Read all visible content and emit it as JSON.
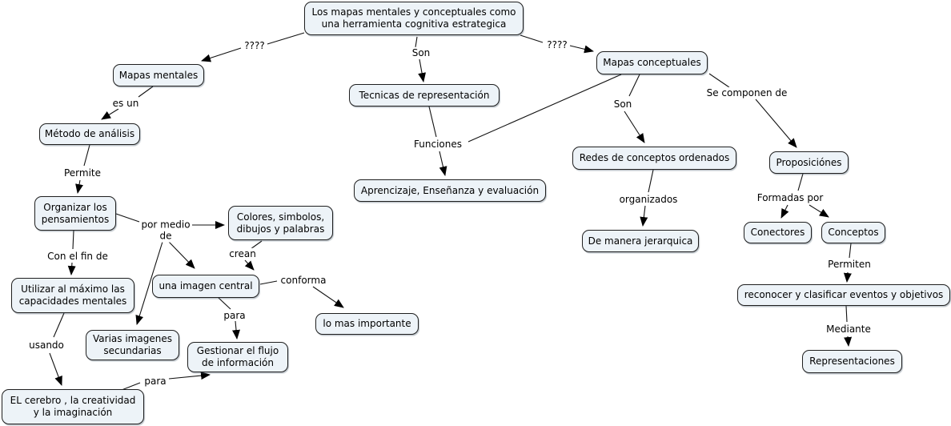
{
  "diagram": {
    "type": "concept-map",
    "background": "#ffffff",
    "node_fill": "#edf3f8",
    "node_border": "#1f1f1f",
    "line_color": "#000000"
  },
  "nodes": {
    "root": {
      "label": "Los mapas mentales y conceptuales como una herramienta cognitiva estrategica"
    },
    "mapas_mentales": {
      "label": "Mapas mentales"
    },
    "tecnicas": {
      "label": "Tecnicas de representación"
    },
    "mapas_conceptuales": {
      "label": "Mapas conceptuales"
    },
    "metodo": {
      "label": "Método de análisis"
    },
    "organizar": {
      "label": "Organizar los pensamientos"
    },
    "colores": {
      "label": "Colores, simbolos, dibujos y palabras"
    },
    "imagen_central": {
      "label": "una imagen central"
    },
    "lo_mas": {
      "label": "lo mas importante"
    },
    "utilizar": {
      "label": "Utilizar al máximo las capacidades mentales"
    },
    "varias": {
      "label": "Varias imagenes secundarias"
    },
    "gestionar": {
      "label": "Gestionar el flujo de información"
    },
    "cerebro": {
      "label": "EL cerebro , la creatividad y la imaginación"
    },
    "aprencizaje": {
      "label": "Aprencizaje, Enseñanza y evaluación"
    },
    "redes": {
      "label": "Redes de conceptos ordenados"
    },
    "proposiciones": {
      "label": "Proposiciónes"
    },
    "jerarquica": {
      "label": "De manera jerarquica"
    },
    "conectores": {
      "label": "Conectores"
    },
    "conceptos": {
      "label": "Conceptos"
    },
    "reconocer": {
      "label": "reconocer y clasificar eventos y objetivos"
    },
    "representaciones": {
      "label": "Representaciones"
    }
  },
  "labels": {
    "q_left": "????",
    "son_top": "Son",
    "q_right": "????",
    "es_un": "es un",
    "permite": "Permite",
    "por_medio_line1": "por medio",
    "por_medio_line2": "de",
    "con_el_fin": "Con el fin de",
    "crean": "crean",
    "conforma": "conforma",
    "para_center": "para",
    "usando": "usando",
    "para_bottom": "para",
    "funciones": "Funciones",
    "son_right": "Son",
    "se_componen": "Se componen de",
    "organizados": "organizados",
    "formadas_por": "Formadas por",
    "permiten": "Permiten",
    "mediante": "Mediante"
  },
  "connections": [
    {
      "from": "root",
      "label": "????",
      "to": "mapas_mentales"
    },
    {
      "from": "root",
      "label": "Son",
      "to": "tecnicas"
    },
    {
      "from": "root",
      "label": "????",
      "to": "mapas_conceptuales"
    },
    {
      "from": "mapas_mentales",
      "label": "es un",
      "to": "metodo"
    },
    {
      "from": "metodo",
      "label": "Permite",
      "to": "organizar"
    },
    {
      "from": "organizar",
      "label": "por medio de",
      "to": "colores"
    },
    {
      "from": "organizar",
      "label": "por medio de",
      "to": "imagen_central"
    },
    {
      "from": "organizar",
      "label": "por medio de",
      "to": "varias"
    },
    {
      "from": "organizar",
      "label": "Con el fin de",
      "to": "utilizar"
    },
    {
      "from": "colores",
      "label": "crean",
      "to": "imagen_central"
    },
    {
      "from": "imagen_central",
      "label": "conforma",
      "to": "lo_mas"
    },
    {
      "from": "imagen_central",
      "label": "para",
      "to": "gestionar"
    },
    {
      "from": "cerebro",
      "label": "para",
      "to": "gestionar"
    },
    {
      "from": "utilizar",
      "label": "usando",
      "to": "cerebro"
    },
    {
      "from": "tecnicas",
      "label": "Funciones",
      "to": "aprencizaje"
    },
    {
      "from": "mapas_conceptuales",
      "label": "Funciones",
      "to": "aprencizaje"
    },
    {
      "from": "mapas_conceptuales",
      "label": "Son",
      "to": "redes"
    },
    {
      "from": "mapas_conceptuales",
      "label": "Se componen de",
      "to": "proposiciones"
    },
    {
      "from": "redes",
      "label": "organizados",
      "to": "jerarquica"
    },
    {
      "from": "proposiciones",
      "label": "Formadas por",
      "to": "conectores"
    },
    {
      "from": "proposiciones",
      "label": "Formadas por",
      "to": "conceptos"
    },
    {
      "from": "conceptos",
      "label": "Permiten",
      "to": "reconocer"
    },
    {
      "from": "reconocer",
      "label": "Mediante",
      "to": "representaciones"
    }
  ]
}
